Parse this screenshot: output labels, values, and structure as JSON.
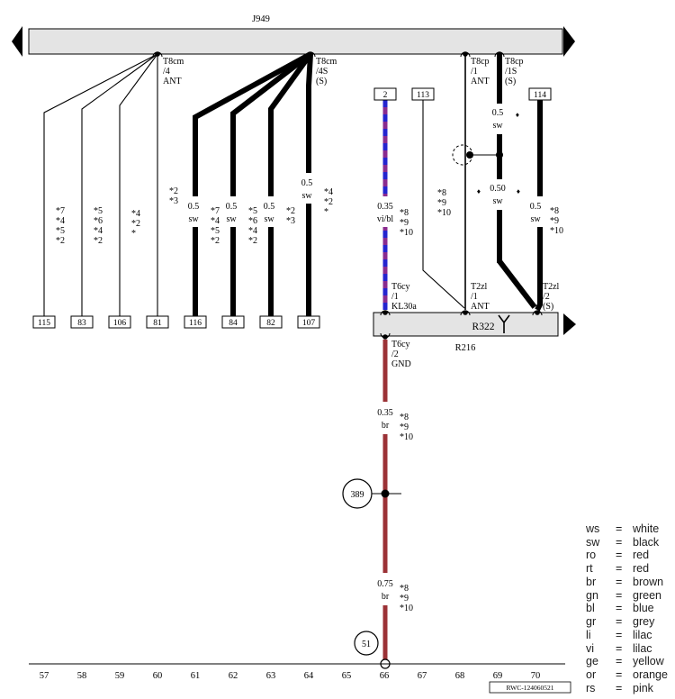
{
  "colors": {
    "bus_fill": "#e4e4e4",
    "black": "#000000",
    "brown": "#9b3236",
    "violet": "#8a2b8f",
    "blue": "#2424cf"
  },
  "bus": {
    "label": "J949"
  },
  "connectors": {
    "t8cm4": [
      "T8cm",
      "/4",
      "ANT"
    ],
    "t8cm4s": [
      "T8cm",
      "/4S",
      "(S)"
    ],
    "t8cp1": [
      "T8cp",
      "/1",
      "ANT"
    ],
    "t8cp1s": [
      "T8cp",
      "/1S",
      "(S)"
    ],
    "t6cy1": [
      "T6cy",
      "/1",
      "KL30a"
    ],
    "t2zl1": [
      "T2zl",
      "/1",
      "ANT"
    ],
    "t2zl2": [
      "T2zl",
      "/2",
      "(S)"
    ],
    "t6cy2": [
      "T6cy",
      "/2",
      "GND"
    ]
  },
  "boxes": {
    "b2": "2",
    "b113": "113",
    "b114": "114"
  },
  "terminals": [
    "115",
    "83",
    "106",
    "81",
    "116",
    "84",
    "82",
    "107"
  ],
  "stars": {
    "wA": [
      "*7",
      "*4",
      "*5",
      "*2"
    ],
    "wB": [
      "*5",
      "*6",
      "*4",
      "*2"
    ],
    "wC": [
      "*4",
      "*2",
      "*"
    ],
    "wD": [
      "*2",
      "*3"
    ],
    "wE": [
      "*7",
      "*4",
      "*5",
      "*2"
    ],
    "wF": [
      "*5",
      "*6",
      "*4",
      "*2"
    ],
    "wG": [
      "*2",
      "*3"
    ],
    "wH": [
      "*4",
      "*2",
      "*"
    ],
    "vibl": [
      "*8",
      "*9",
      "*10"
    ],
    "w113": [
      "*8",
      "*9",
      "*10"
    ],
    "w114": [
      "*8",
      "*9",
      "*10"
    ],
    "br1": [
      "*8",
      "*9",
      "*10"
    ],
    "br2": [
      "*8",
      "*9",
      "*10"
    ]
  },
  "wire_specs": {
    "wE": [
      "0.5",
      "sw"
    ],
    "wF": [
      "0.5",
      "sw"
    ],
    "wG": [
      "0.5",
      "sw"
    ],
    "wH": [
      "0.5",
      "sw"
    ],
    "s_upper": [
      "0.5",
      "sw"
    ],
    "s_lower": [
      "0.50",
      "sw"
    ],
    "w114": [
      "0.5",
      "sw"
    ],
    "vibl": [
      "0.35",
      "vi/bl"
    ],
    "br1": [
      "0.35",
      "br"
    ],
    "br2": [
      "0.75",
      "br"
    ]
  },
  "marks": {
    "diamond": "♦"
  },
  "components": {
    "r322": "R322",
    "r216": "R216"
  },
  "junction_circles": {
    "c389": "389",
    "c51": "51"
  },
  "ruler": [
    "57",
    "58",
    "59",
    "60",
    "61",
    "62",
    "63",
    "64",
    "65",
    "66",
    "67",
    "68",
    "69",
    "70"
  ],
  "footer": {
    "code": "RWC-124060521"
  },
  "legend": {
    "eq": "=",
    "rows": [
      {
        "abbr": "ws",
        "name": "white"
      },
      {
        "abbr": "sw",
        "name": "black"
      },
      {
        "abbr": "ro",
        "name": "red"
      },
      {
        "abbr": "rt",
        "name": "red"
      },
      {
        "abbr": "br",
        "name": "brown"
      },
      {
        "abbr": "gn",
        "name": "green"
      },
      {
        "abbr": "bl",
        "name": "blue"
      },
      {
        "abbr": "gr",
        "name": "grey"
      },
      {
        "abbr": "li",
        "name": "lilac"
      },
      {
        "abbr": "vi",
        "name": "lilac"
      },
      {
        "abbr": "ge",
        "name": "yellow"
      },
      {
        "abbr": "or",
        "name": "orange"
      },
      {
        "abbr": "rs",
        "name": "pink"
      }
    ]
  }
}
